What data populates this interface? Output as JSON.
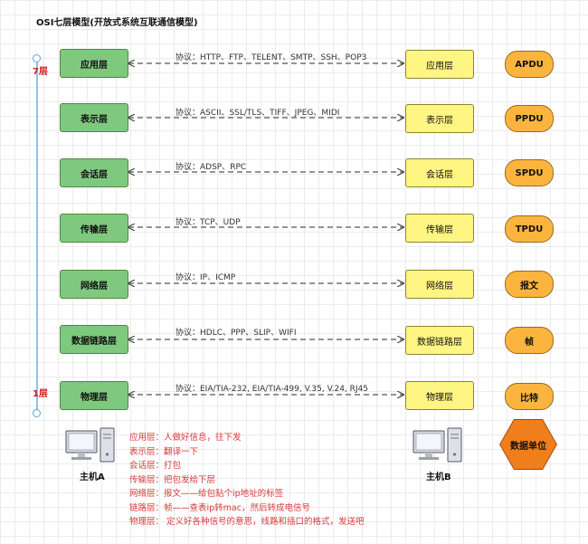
{
  "title": "OSI七层模型(开放式系统互联通信模型)",
  "level_top": "7层",
  "level_bottom": "1层",
  "layers": [
    {
      "left": "应用层",
      "right": "应用层",
      "protocol": "协议：HTTP、FTP、TELENT、SMTP、SSH、POP3",
      "pdu": "APDU"
    },
    {
      "left": "表示层",
      "right": "表示层",
      "protocol": "协议：ASCII、SSL/TLS、TIFF、JPEG、MIDI",
      "pdu": "PPDU"
    },
    {
      "left": "会话层",
      "right": "会话层",
      "protocol": "协议：ADSP、RPC",
      "pdu": "SPDU"
    },
    {
      "left": "传输层",
      "right": "传输层",
      "protocol": "协议：TCP、UDP",
      "pdu": "TPDU"
    },
    {
      "left": "网络层",
      "right": "网络层",
      "protocol": "协议：IP、ICMP",
      "pdu": "报文"
    },
    {
      "left": "数据链路层",
      "right": "数据链路层",
      "protocol": "协议：HDLC、PPP、SLIP、WIFI",
      "pdu": "帧"
    },
    {
      "left": "物理层",
      "right": "物理层",
      "protocol": "协议：EIA/TIA-232, EIA/TIA-499, V.35, V.24, RJ45",
      "pdu": "比特"
    }
  ],
  "data_unit_label": "数据单位",
  "host_a": "主机A",
  "host_b": "主机B",
  "notes": [
    "应用层：人做好信息，往下发",
    "表示层：翻译一下",
    "会话层：打包",
    "传输层：把包发给下层",
    "网络层：报文——给包贴个ip地址的标签",
    "链路层：帧——查表ip转mac，然后转成电信号",
    "物理层：  定义好各种信号的意思，线路和插口的格式，发送吧"
  ],
  "colors": {
    "left_box": "#7fc97f",
    "right_box": "#fff582",
    "pdu": "#fbb53f",
    "hexagon": "#f07e1c",
    "notes_text": "#d63a3a"
  }
}
